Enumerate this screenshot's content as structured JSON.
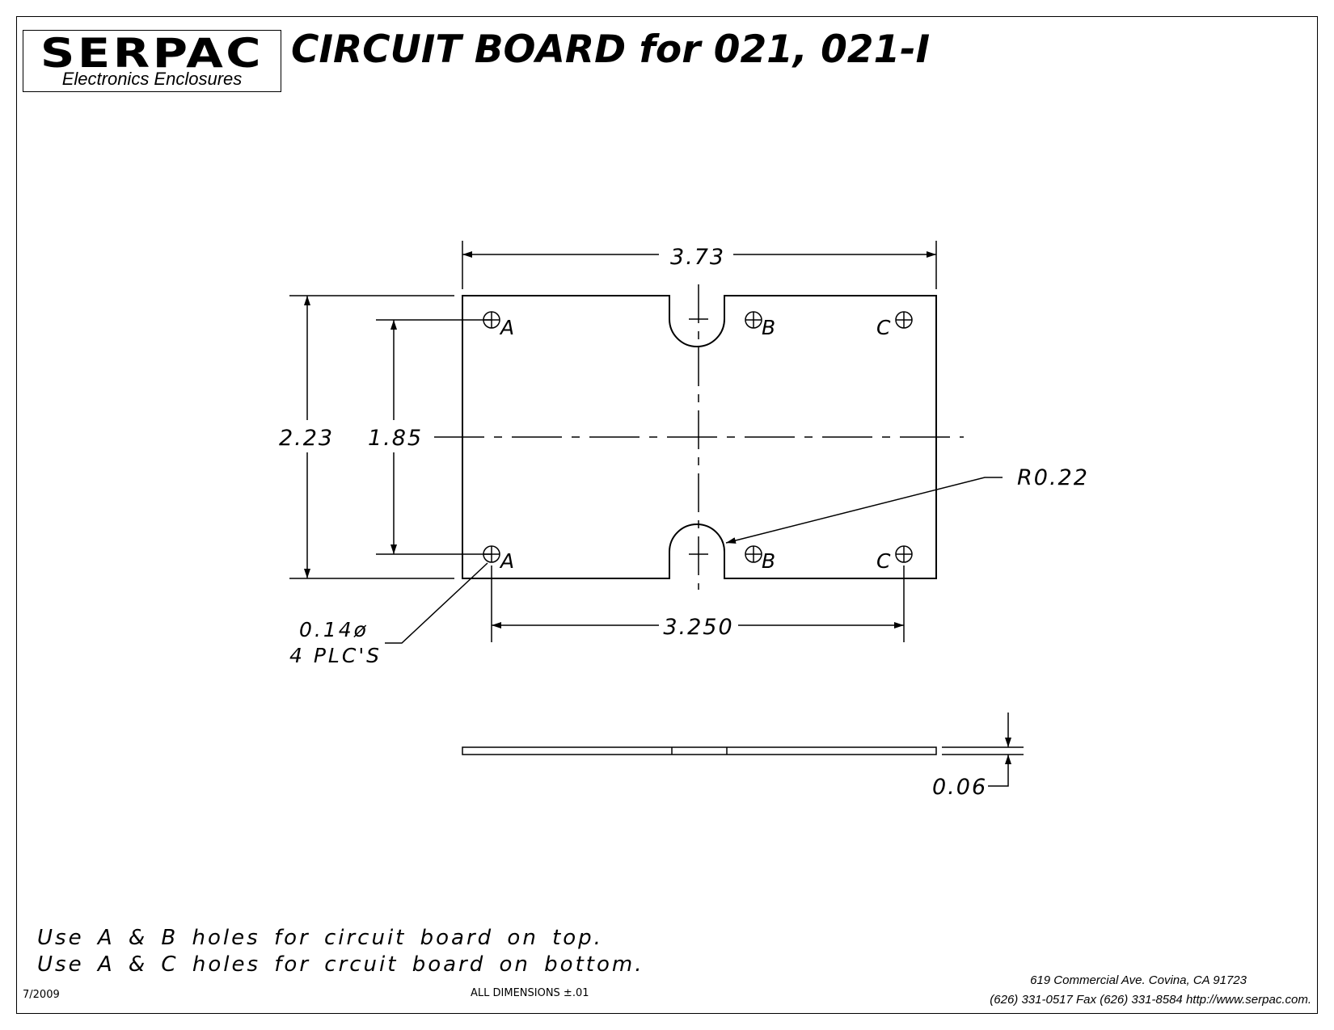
{
  "header": {
    "logo_name": "SERPAC",
    "logo_subtitle": "Electronics Enclosures",
    "title": "CIRCUIT BOARD for 021, 021-I"
  },
  "drawing": {
    "dim_width": "3.73",
    "dim_height": "2.23",
    "dim_hole_vertical": "1.85",
    "dim_hole_horizontal": "3.250",
    "dim_radius": "R0.22",
    "dim_hole_diameter": "0.14ø",
    "dim_hole_count": "4 PLC'S",
    "dim_thickness": "0.06",
    "hole_label_a": "A",
    "hole_label_b": "B",
    "hole_label_c": "C"
  },
  "notes": {
    "line1": "Use A & B holes for circuit board on top.",
    "line2": "Use A & C holes for crcuit board on bottom."
  },
  "footer": {
    "date": "7/2009",
    "tolerance": "ALL DIMENSIONS ±.01",
    "address": "619 Commercial Ave. Covina, CA  91723",
    "contact": "(626) 331-0517  Fax (626) 331-8584  http://www.serpac.com."
  },
  "colors": {
    "line": "#000000",
    "background": "#ffffff"
  }
}
